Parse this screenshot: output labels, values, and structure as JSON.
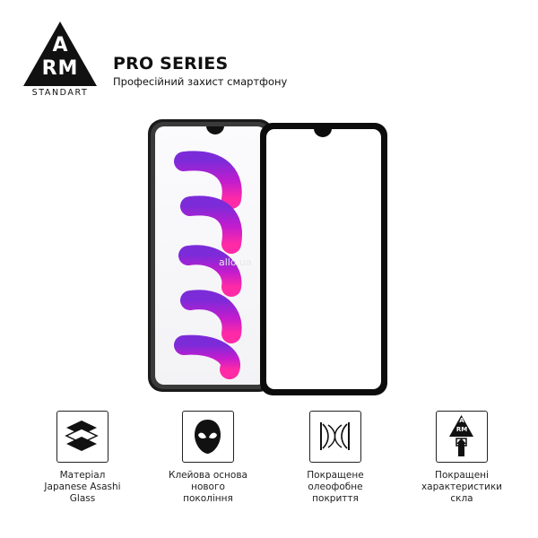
{
  "brand": {
    "logo_a": "A",
    "logo_rm": "RM",
    "logo_word": "STANDART"
  },
  "header": {
    "title": "PRO SERIES",
    "subtitle": "Професійний захист смартфону"
  },
  "watermark": "allo.ua",
  "features": [
    {
      "icon": "glass-layers-icon",
      "label_lines": [
        "Матеріал",
        "Japanese Asashi",
        "Glass"
      ]
    },
    {
      "icon": "spider-mask-icon",
      "label_lines": [
        "Клейова основа",
        "нового",
        "покоління"
      ]
    },
    {
      "icon": "oleophobic-coating-icon",
      "label_lines": [
        "Покращене",
        "олеофобне",
        "покриття"
      ]
    },
    {
      "icon": "arm-arrow-up-icon",
      "label_lines": [
        "Покращені",
        "характеристики",
        "скла"
      ]
    }
  ],
  "colors": {
    "frame": "#0c0c0c",
    "logo_black": "#111111",
    "screen_purple": "#7a2bd6",
    "screen_magenta": "#e018c0"
  }
}
